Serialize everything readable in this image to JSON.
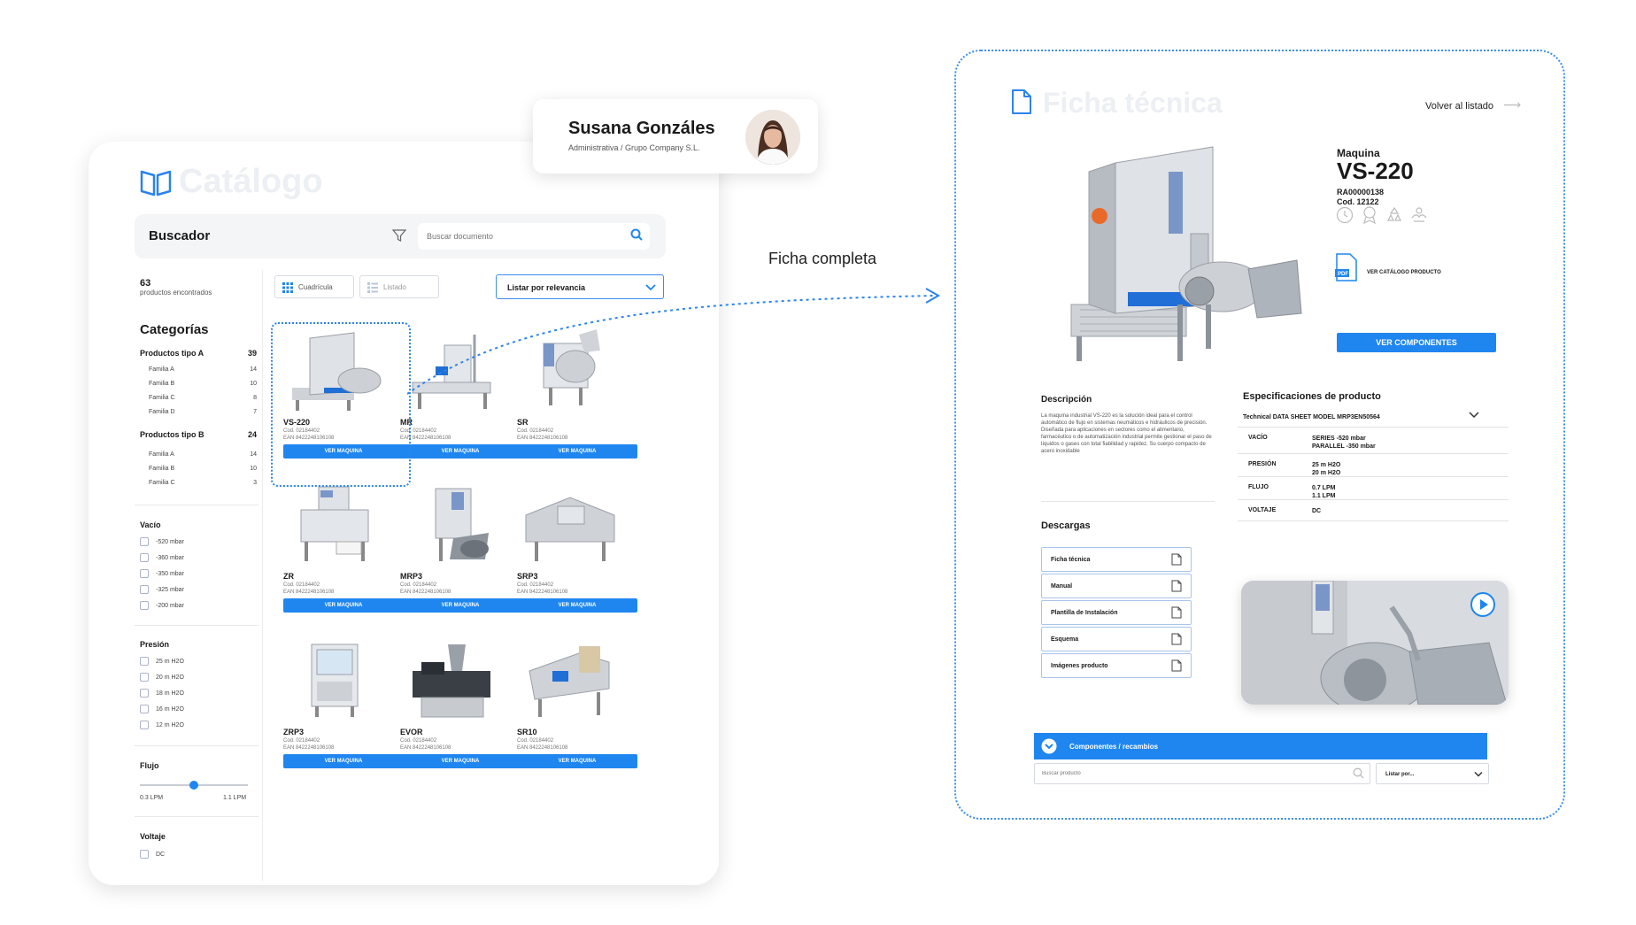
{
  "catalog": {
    "title": "Catálogo",
    "search_label": "Buscador",
    "search_placeholder": "Buscar documento",
    "result_count": "63",
    "result_label": "productos encontrados",
    "categories_title": "Categorías",
    "category_groups": [
      {
        "label": "Productos tipo A",
        "count": "39",
        "families": [
          {
            "label": "Familia A",
            "count": "14"
          },
          {
            "label": "Familia B",
            "count": "10"
          },
          {
            "label": "Familia C",
            "count": "8"
          },
          {
            "label": "Familia D",
            "count": "7"
          }
        ]
      },
      {
        "label": "Productos tipo B",
        "count": "24",
        "families": [
          {
            "label": "Familia A",
            "count": "14"
          },
          {
            "label": "Familia B",
            "count": "10"
          },
          {
            "label": "Familia C",
            "count": "3"
          }
        ]
      }
    ],
    "filters": {
      "vacio": {
        "title": "Vacío",
        "options": [
          "-520 mbar",
          "-360 mbar",
          "-350 mbar",
          "-325 mbar",
          "-200 mbar"
        ]
      },
      "presion": {
        "title": "Presión",
        "options": [
          "25 m H2O",
          "20 m H2O",
          "18 m H2O",
          "16 m H2O",
          "12 m H2O"
        ]
      },
      "flujo": {
        "title": "Flujo",
        "min": "0.3 LPM",
        "max": "1.1 LPM",
        "value_fraction": 0.5
      },
      "voltaje": {
        "title": "Voltaje",
        "options": [
          "DC"
        ]
      }
    },
    "view_grid_label": "Cuadrícula",
    "view_list_label": "Listado",
    "sort_label": "Listar por relevancia",
    "products": [
      {
        "name": "VS-220",
        "cod": "Cod. 02184402",
        "ean": "EAN 8422248106108",
        "button": "VER MAQUINA"
      },
      {
        "name": "MR",
        "cod": "Cod. 02184402",
        "ean": "EAN 8422248106108",
        "button": "VER MAQUINA"
      },
      {
        "name": "SR",
        "cod": "Cod. 02184402",
        "ean": "EAN 8422248106108",
        "button": "VER MAQUINA"
      },
      {
        "name": "ZR",
        "cod": "Cod. 02184402",
        "ean": "EAN 8422248106108",
        "button": "VER MAQUINA"
      },
      {
        "name": "MRP3",
        "cod": "Cod. 02184402",
        "ean": "EAN 8422248106108",
        "button": "VER MAQUINA"
      },
      {
        "name": "SRP3",
        "cod": "Cod. 02184402",
        "ean": "EAN 8422248106108",
        "button": "VER MAQUINA"
      },
      {
        "name": "ZRP3",
        "cod": "Cod. 02184402",
        "ean": "EAN 8422248106108",
        "button": "VER MAQUINA"
      },
      {
        "name": "EVOR",
        "cod": "Cod. 02184402",
        "ean": "EAN 8422248106108",
        "button": "VER MAQUINA"
      },
      {
        "name": "SR10",
        "cod": "Cod. 02184402",
        "ean": "EAN 8422248106108",
        "button": "VER MAQUINA"
      }
    ]
  },
  "user": {
    "name": "Susana Gonzáles",
    "role": "Administrativa / Grupo Company S.L."
  },
  "link_label": "Ficha completa",
  "ficha": {
    "title": "Ficha técnica",
    "back_label": "Volver al listado",
    "product_type": "Maquina",
    "product_name": "VS-220",
    "ref": "RA00000138",
    "cod": "Cod. 12122",
    "catalog_link": "VER CATÁLOGO PRODUCTO",
    "components_button": "VER COMPONENTES",
    "description_title": "Descripción",
    "description_text": "La maquina industrial VS-220 es la solución ideal para el control automático de flujo en sistemas neumáticos e hidráulicos de precisión. Diseñada para aplicaciones en sectores como el alimentario, farmacéutico o de automatización industrial permite gestionar el paso de líquidos o gases con total fiabilidad y rapidez. Su cuerpo compacto de acero inoxidable",
    "downloads_title": "Descargas",
    "downloads": [
      "Ficha técnica",
      "Manual",
      "Plantilla de Instalación",
      "Esquema",
      "Imágenes producto"
    ],
    "specs_title": "Especificaciones de producto",
    "spec_header": "Technical DATA SHEET  MODEL MRP3EN50564",
    "specs": [
      {
        "label": "VACÍO",
        "values": [
          "SERIES -520 mbar",
          "PARALLEL -350 mbar"
        ]
      },
      {
        "label": "PRESIÓN",
        "values": [
          "25 m H2O",
          "20 m H2O"
        ]
      },
      {
        "label": "FLUJO",
        "values": [
          "0.7 LPM",
          "1.1 LPM"
        ]
      },
      {
        "label": "VOLTAJE",
        "values": [
          "DC"
        ]
      }
    ],
    "components_bar_label": "Componentes / recambios",
    "product_search_placeholder": "Buscar producto",
    "list_select_label": "Listar por..."
  },
  "colors": {
    "accent": "#1f86f0",
    "light_title": "#eceff3"
  }
}
